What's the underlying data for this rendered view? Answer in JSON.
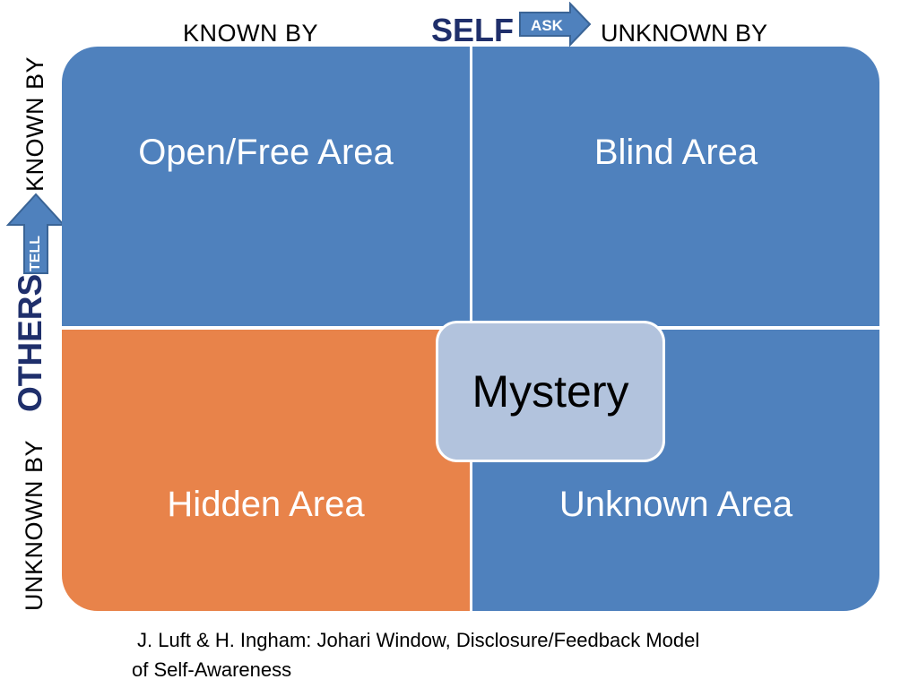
{
  "header": {
    "known_by_self": "KNOWN  BY",
    "self": "SELF",
    "ask": "ASK",
    "unknown_by_self": "UNKNOWN BY"
  },
  "side": {
    "unknown_by": "UNKNOWN  BY",
    "others": "OTHERS",
    "tell": "TELL",
    "known_by": "KNOWN BY"
  },
  "quadrants": {
    "open": "Open/Free Area",
    "blind": "Blind Area",
    "hidden": "Hidden Area",
    "unknown": "Unknown Area"
  },
  "mystery": "Mystery",
  "caption": {
    "line1": "J. Luft & H. Ingham: Johari Window, Disclosure/Feedback Model",
    "line2": "of Self-Awareness"
  },
  "colors": {
    "quadrant_blue": "#4f81bd",
    "quadrant_orange": "#e8834a",
    "mystery_fill": "#b2c3dd",
    "heading_navy": "#1f2f6b"
  }
}
